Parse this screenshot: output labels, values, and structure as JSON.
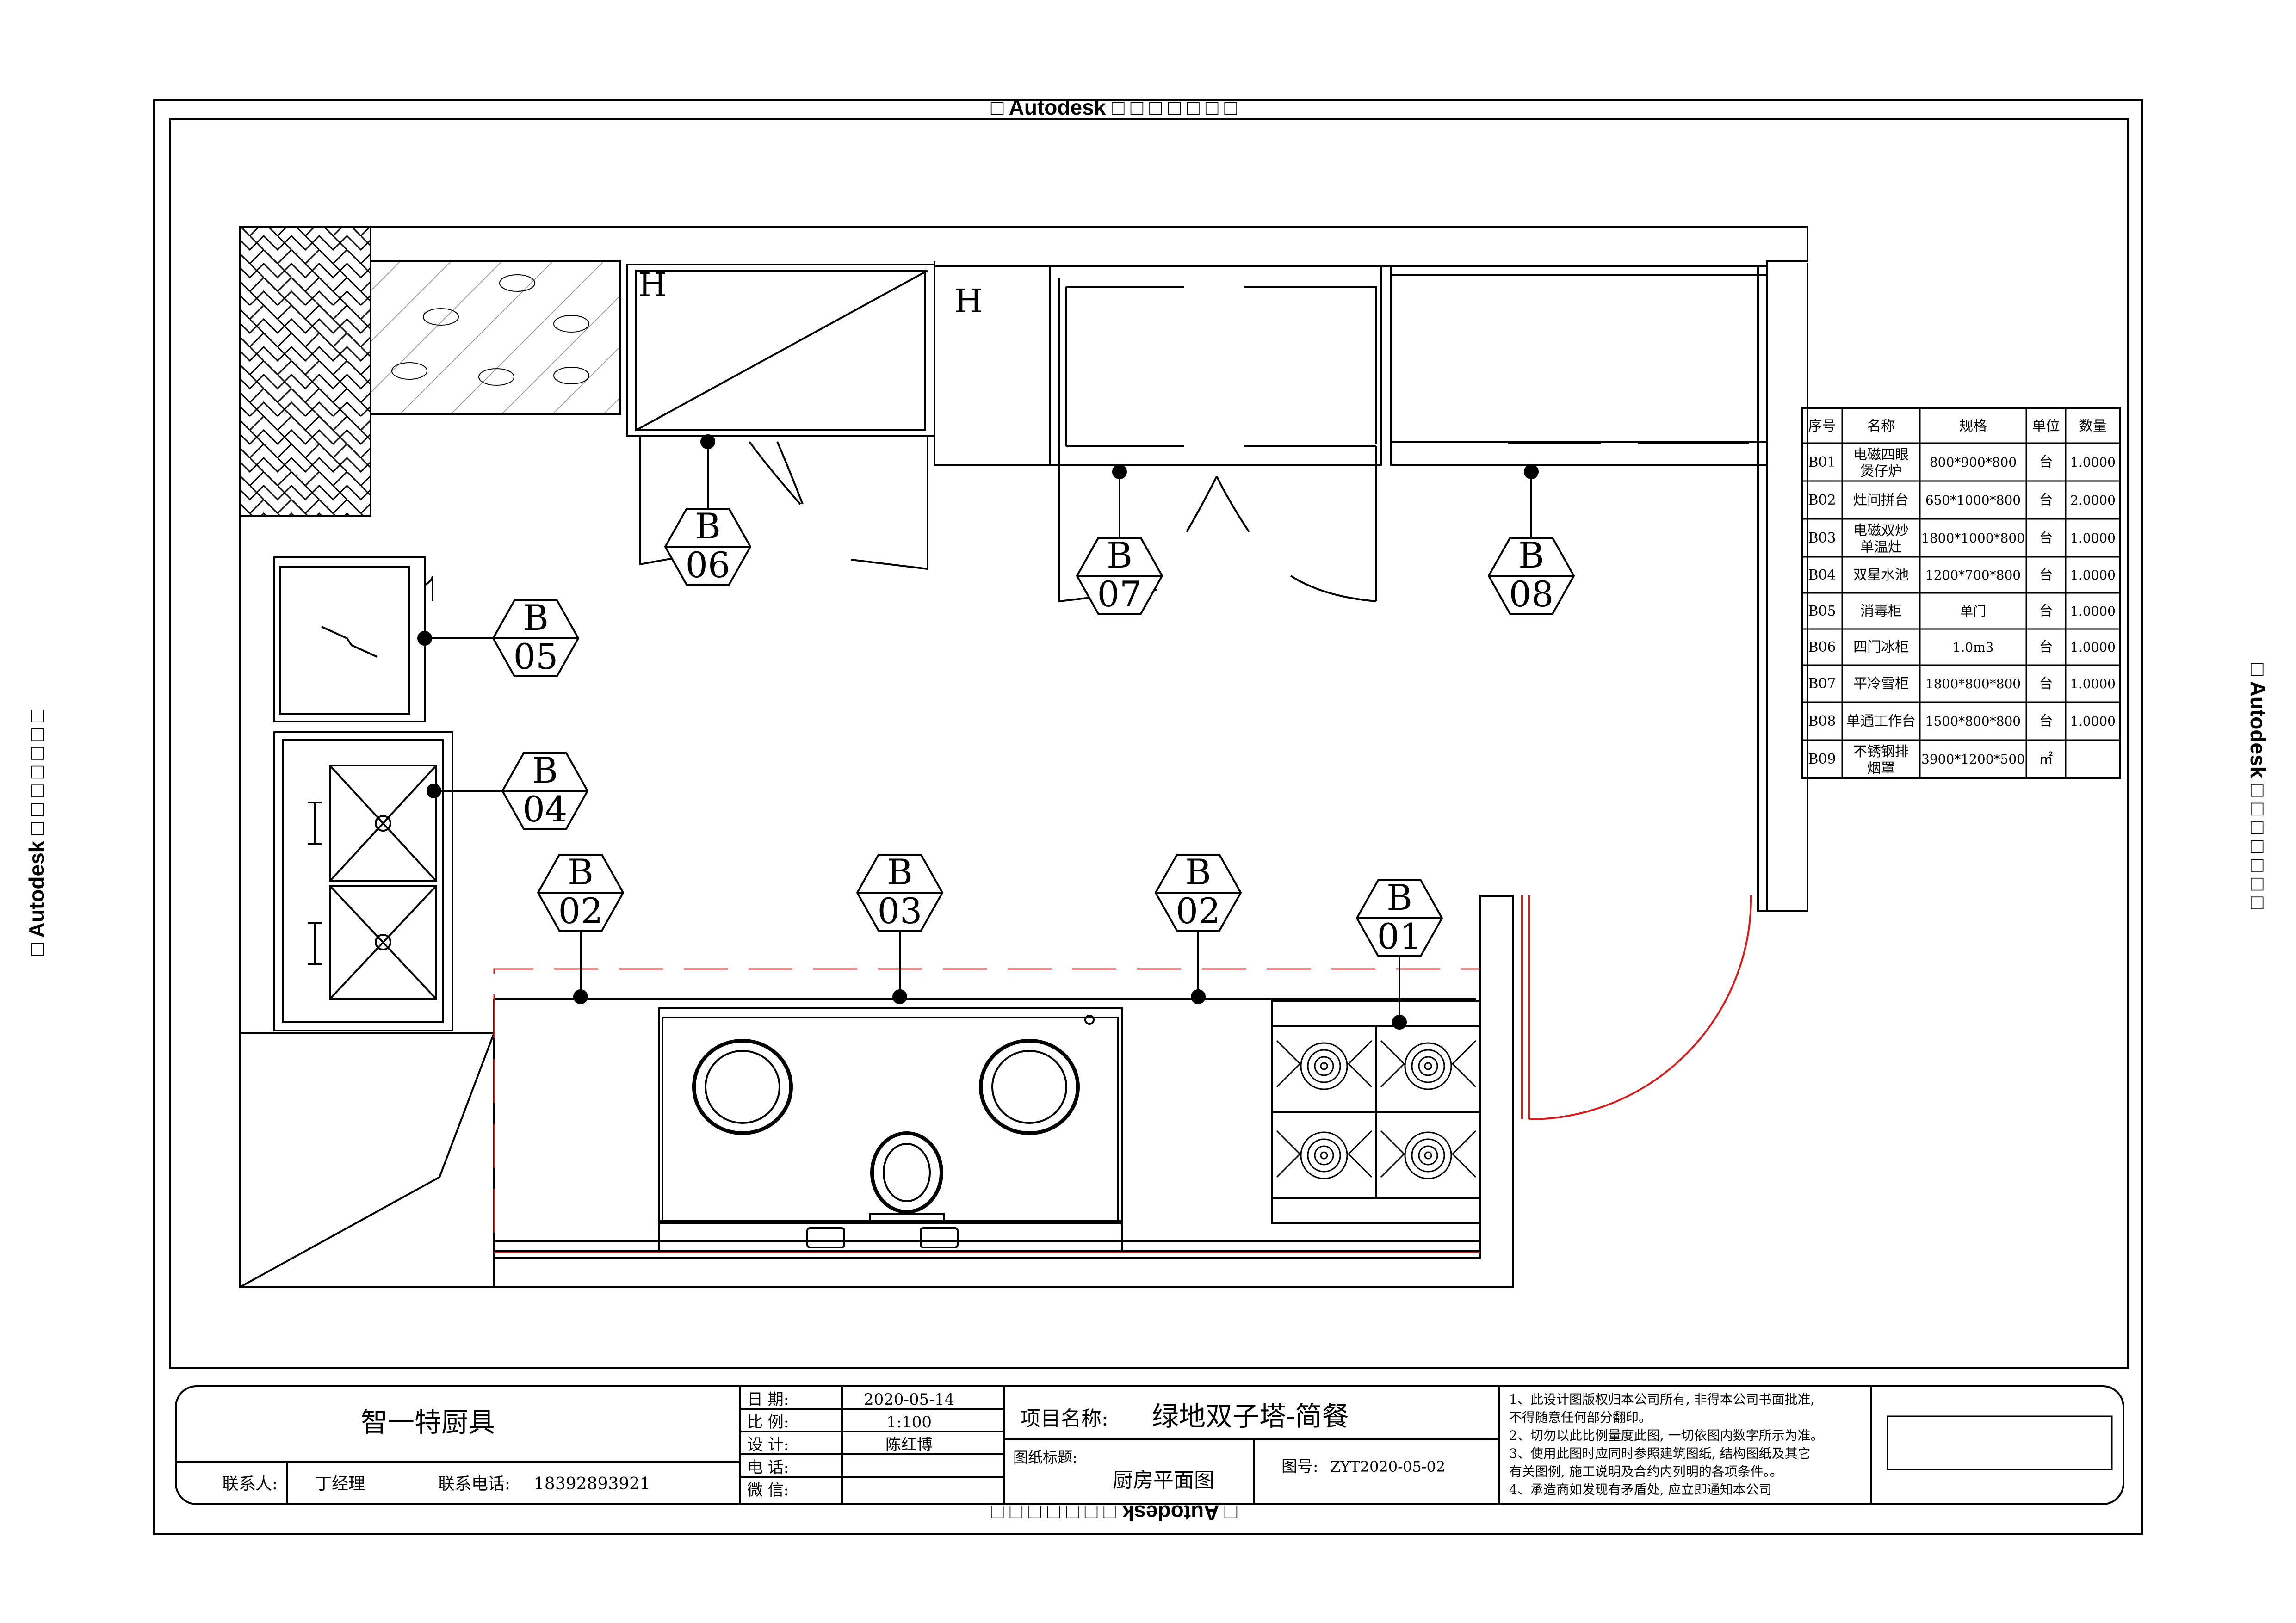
{
  "watermark": {
    "top": "□ Autodesk □ □ □ □ □ □ □",
    "left": "□ Autodesk □ □ □ □ □ □ □",
    "right": "□ Autodesk □ □ □ □ □ □ □",
    "bottom": "□ Autodesk □ □ □ □ □ □ □"
  },
  "tags": [
    {
      "letter": "B",
      "num": "01"
    },
    {
      "letter": "B",
      "num": "02"
    },
    {
      "letter": "B",
      "num": "03"
    },
    {
      "letter": "B",
      "num": "02"
    },
    {
      "letter": "B",
      "num": "04"
    },
    {
      "letter": "B",
      "num": "05"
    },
    {
      "letter": "B",
      "num": "06"
    },
    {
      "letter": "B",
      "num": "07"
    },
    {
      "letter": "B",
      "num": "08"
    }
  ],
  "hood_marks": [
    "H",
    "H"
  ],
  "schedule": {
    "headers": [
      "序号",
      "名称",
      "规格",
      "单位",
      "数量"
    ],
    "rows": [
      {
        "id": "B01",
        "name": [
          "电磁四眼",
          "煲仔炉"
        ],
        "spec": "800*900*800",
        "unit": "台",
        "qty": "1.0000"
      },
      {
        "id": "B02",
        "name": [
          "灶间拼台"
        ],
        "spec": "650*1000*800",
        "unit": "台",
        "qty": "2.0000"
      },
      {
        "id": "B03",
        "name": [
          "电磁双炒",
          "单温灶"
        ],
        "spec": "1800*1000*800",
        "unit": "台",
        "qty": "1.0000"
      },
      {
        "id": "B04",
        "name": [
          "双星水池"
        ],
        "spec": "1200*700*800",
        "unit": "台",
        "qty": "1.0000"
      },
      {
        "id": "B05",
        "name": [
          "消毒柜"
        ],
        "spec": "单门",
        "unit": "台",
        "qty": "1.0000"
      },
      {
        "id": "B06",
        "name": [
          "四门冰柜"
        ],
        "spec": "1.0m3",
        "unit": "台",
        "qty": "1.0000"
      },
      {
        "id": "B07",
        "name": [
          "平冷雪柜"
        ],
        "spec": "1800*800*800",
        "unit": "台",
        "qty": "1.0000"
      },
      {
        "id": "B08",
        "name": [
          "单通工作台"
        ],
        "spec": "1500*800*800",
        "unit": "台",
        "qty": "1.0000"
      },
      {
        "id": "B09",
        "name": [
          "不锈钢排",
          "烟罩"
        ],
        "spec": "3900*1200*500",
        "unit": "㎡",
        "qty": ""
      }
    ]
  },
  "title_block": {
    "company": "智一特厨具",
    "contact_label": "联系人:",
    "contact_name": "丁经理",
    "phone_label": "联系电话:",
    "phone": "18392893921",
    "date_label": "日  期:",
    "date": "2020-05-14",
    "scale_label": "比  例:",
    "scale": "1:100",
    "designer_label": "设  计:",
    "designer": "陈红博",
    "tel_label": "电  话:",
    "tel": "",
    "wechat_label": "微  信:",
    "wechat": "",
    "project_label": "项目名称:",
    "project_name": "绿地双子塔-简餐",
    "drawing_label": "图纸标题:",
    "drawing_title": "厨房平面图",
    "drawing_no_label": "图号:",
    "drawing_no": "ZYT2020-05-02",
    "notes": [
      "1、此设计图版权归本公司所有, 非得本公司书面批准,",
      "不得随意任何部分翻印。",
      "2、切勿以此比例量度此图, 一切依图内数字所示为准。",
      "3、使用此图时应同时参照建筑图纸, 结构图纸及其它",
      "有关图例, 施工说明及合约内列明的各项条件。。",
      "4、承造商如发现有矛盾处, 应立即通知本公司"
    ]
  }
}
